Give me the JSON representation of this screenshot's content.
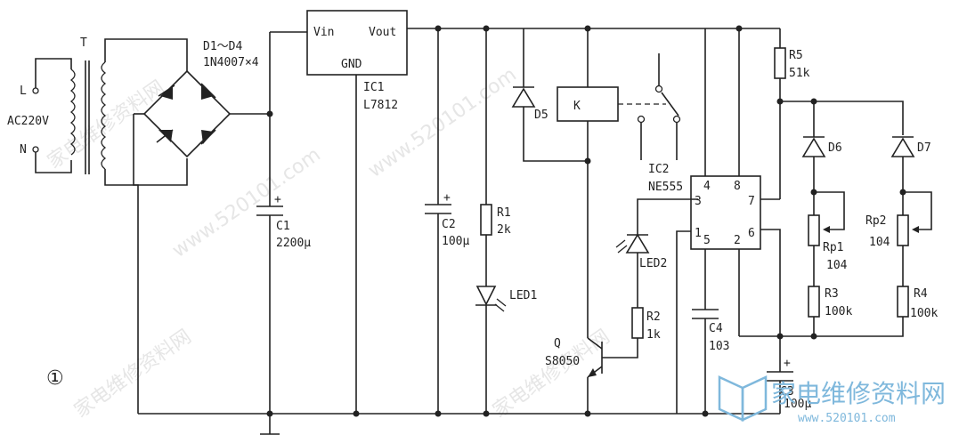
{
  "figure_number": "①",
  "source": {
    "label": "AC220V",
    "l": "L",
    "n": "N"
  },
  "transformer": {
    "label": "T"
  },
  "bridge": {
    "name": "D1～D4",
    "part": "1N4007×4"
  },
  "c1": {
    "name": "C1",
    "value": "2200μ"
  },
  "ic1": {
    "name": "IC1",
    "part": "L7812",
    "pin_in": "Vin",
    "pin_out": "Vout",
    "pin_gnd": "GND"
  },
  "c2": {
    "name": "C2",
    "value": "100μ"
  },
  "r1": {
    "name": "R1",
    "value": "2k"
  },
  "led1": {
    "name": "LED1"
  },
  "d5": {
    "name": "D5"
  },
  "relay": {
    "name": "K"
  },
  "ic2": {
    "name": "IC2",
    "part": "NE555",
    "pins": {
      "p1": "1",
      "p2": "2",
      "p3": "3",
      "p4": "4",
      "p5": "5",
      "p6": "6",
      "p7": "7",
      "p8": "8"
    }
  },
  "led2": {
    "name": "LED2"
  },
  "r2": {
    "name": "R2",
    "value": "1k"
  },
  "q": {
    "name": "Q",
    "part": "S8050"
  },
  "c4": {
    "name": "C4",
    "value": "103"
  },
  "c3": {
    "name": "C3",
    "value": "100μ"
  },
  "r5": {
    "name": "R5",
    "value": "51k"
  },
  "d6": {
    "name": "D6"
  },
  "d7": {
    "name": "D7"
  },
  "rp1": {
    "name": "Rp1",
    "value": "104"
  },
  "rp2": {
    "name": "Rp2",
    "value": "104"
  },
  "r3": {
    "name": "R3",
    "value": "100k"
  },
  "r4": {
    "name": "R4",
    "value": "100k"
  },
  "watermark": {
    "text": "家电维修资料网",
    "url": "www.520101.com"
  },
  "logo": {
    "text": "家电维修资料网",
    "url": "www.520101.com"
  },
  "colors": {
    "ink": "#222222",
    "logo": "#7fb8dc",
    "watermark": "#e6e6e6"
  }
}
